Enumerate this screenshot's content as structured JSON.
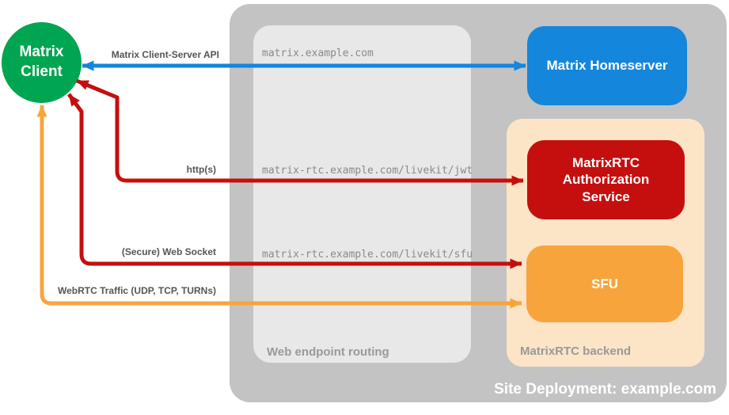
{
  "diagram": {
    "title": "Site Deployment: example.com",
    "client": {
      "label": "Matrix\nClient"
    },
    "nodes": {
      "homeserver": {
        "label": "Matrix Homeserver"
      },
      "auth_service": {
        "label": "MatrixRTC Authorization Service"
      },
      "sfu": {
        "label": "SFU"
      }
    },
    "web_endpoint_routing": {
      "caption": "Web endpoint routing",
      "endpoints": [
        "matrix.example.com",
        "matrix-rtc.example.com/livekit/jwt",
        "matrix-rtc.example.com/livekit/sfu"
      ]
    },
    "matrixrtc_backend": {
      "caption": "MatrixRTC backend"
    },
    "connections": [
      {
        "label": "Matrix Client-Server API",
        "from": "Matrix Client",
        "to": "Matrix Homeserver",
        "color": "#1486DB",
        "bidirectional": true
      },
      {
        "label": "http(s)",
        "from": "Matrix Client",
        "to": "MatrixRTC Authorization Service",
        "color": "#C50F0F",
        "bidirectional": true
      },
      {
        "label": "(Secure) Web Socket",
        "from": "Matrix Client",
        "to": "SFU",
        "color": "#C50F0F",
        "bidirectional": true
      },
      {
        "label": "WebRTC Traffic (UDP, TCP, TURNs)",
        "from": "Matrix Client",
        "to": "SFU",
        "color": "#F8A43D",
        "bidirectional": true
      }
    ],
    "colors": {
      "client_green": "#00A551",
      "homeserver_blue": "#1486DB",
      "auth_red": "#C50F0F",
      "sfu_orange": "#F8A43D",
      "backend_peach": "#FCE4C7",
      "container_gray": "#C3C3C3",
      "routing_gray": "#E8E8E8",
      "label_dark_gray": "#555555",
      "endpoint_gray": "#8A8A8A",
      "caption_gray": "#999999"
    }
  }
}
